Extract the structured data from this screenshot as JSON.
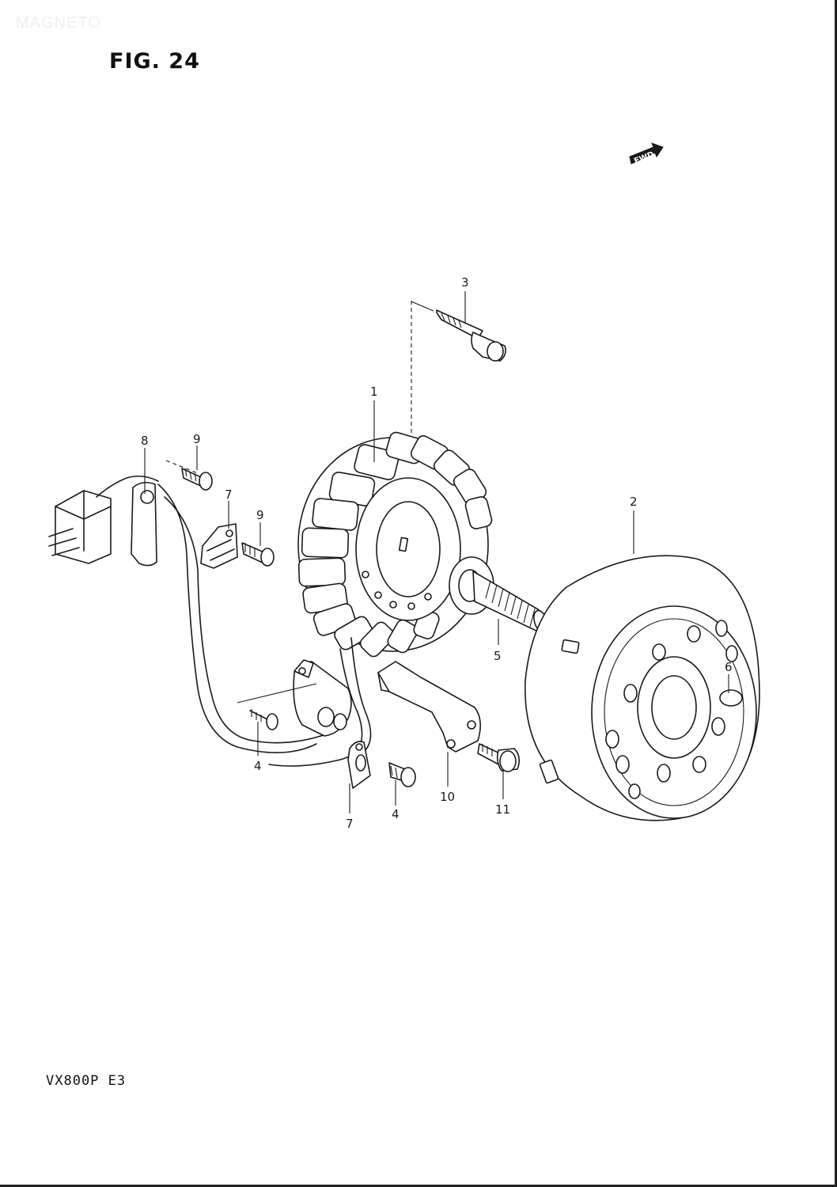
{
  "header": {
    "section_label": "MAGNETO",
    "figure_title": "FIG. 24"
  },
  "footer": {
    "model_code": "VX800P  E3"
  },
  "fwd_marker": {
    "text": "FWD",
    "icon": "fwd-arrow-icon"
  },
  "callouts": {
    "p1": "1",
    "p2": "2",
    "p3": "3",
    "p4a": "4",
    "p4b": "4",
    "p5": "5",
    "p6": "6",
    "p7a": "7",
    "p7b": "7",
    "p8": "8",
    "p9a": "9",
    "p9b": "9",
    "p10": "10",
    "p11": "11"
  }
}
